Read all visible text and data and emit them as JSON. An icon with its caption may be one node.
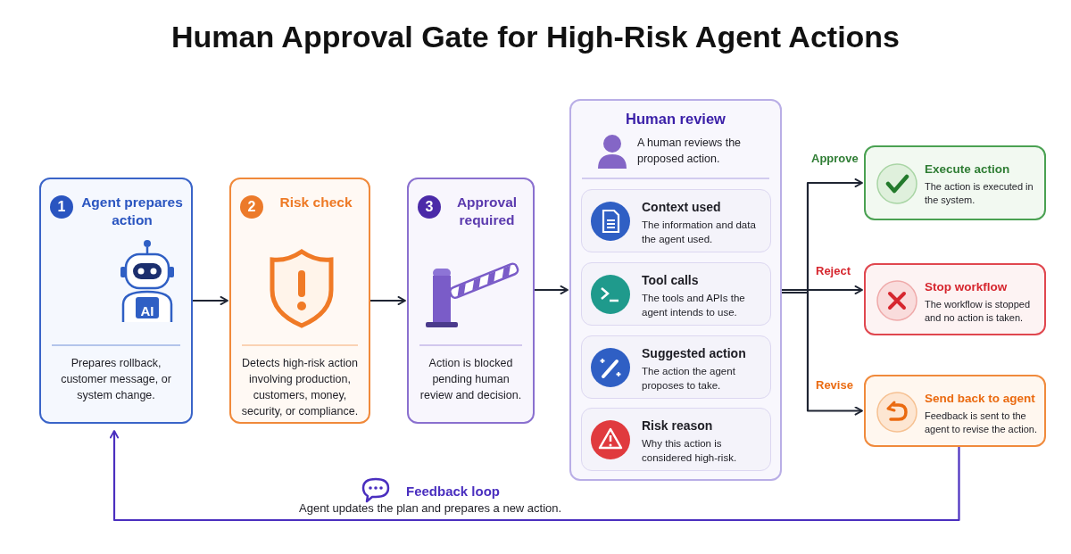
{
  "diagram": {
    "title": "Human Approval Gate for High-Risk Agent Actions",
    "nodes": [
      {
        "text": [
          "1",
          "Agent prepares action",
          "Prepares rollback, customer message, or system change."
        ]
      },
      {
        "text": [
          "2",
          "Risk check",
          "Detects high-risk action involving production, customers, money, security, or compliance."
        ]
      },
      {
        "text": [
          "3",
          "Approval required",
          "Action is blocked pending human review and decision."
        ]
      },
      {
        "text": [
          "Human review",
          "A human reviews the proposed action."
        ]
      },
      {
        "text": [
          "Context used",
          "The information and data the agent used."
        ],
        "in": 3
      },
      {
        "text": [
          "Tool calls",
          "The tools and APIs the agent intends to use."
        ],
        "in": 3
      },
      {
        "text": [
          "Suggested action",
          "The action the agent proposes to take."
        ],
        "in": 3
      },
      {
        "text": [
          "Risk reason",
          "Why this action is considered high-risk."
        ],
        "in": 3
      },
      {
        "text": [
          "Execute action",
          "The action is executed in the system."
        ]
      },
      {
        "text": [
          "Stop workflow",
          "The workflow is stopped and no action is taken."
        ]
      },
      {
        "text": [
          "Send back to agent",
          "Feedback is sent to the agent to revise the action."
        ]
      }
    ],
    "edges": [
      {
        "from": 0,
        "to": 1,
        "arrow": "to"
      },
      {
        "from": 1,
        "to": 2,
        "arrow": "to"
      },
      {
        "from": 2,
        "to": 3,
        "arrow": "to"
      },
      {
        "from": 3,
        "to": 8,
        "arrow": "to",
        "label": "Approve"
      },
      {
        "from": 3,
        "to": 9,
        "arrow": "to",
        "label": "Reject"
      },
      {
        "from": 3,
        "to": 10,
        "arrow": "to",
        "label": "Revise"
      },
      {
        "from": 10,
        "to": 0,
        "arrow": "to",
        "label": "Feedback loop",
        "color": "#4a2fbf"
      }
    ],
    "labels": [
      "AI",
      "Agent updates the plan and prepares a new action."
    ]
  }
}
